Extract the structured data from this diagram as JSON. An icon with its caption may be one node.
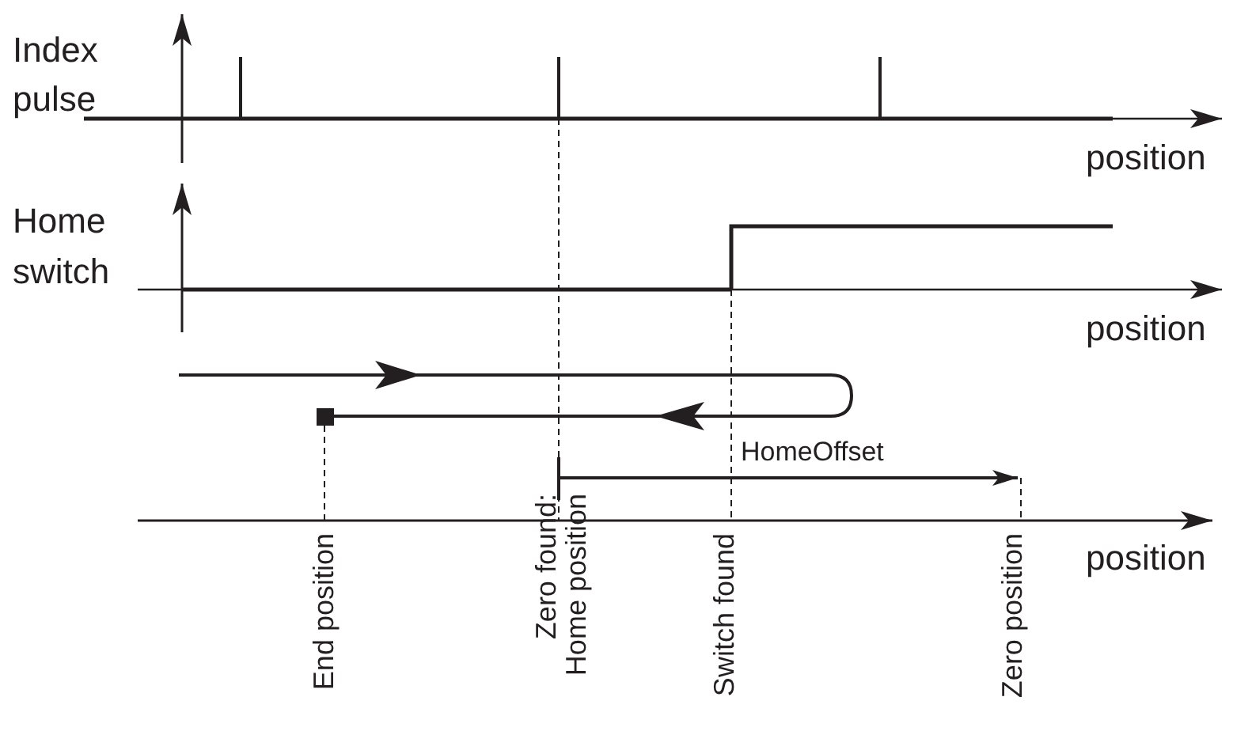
{
  "diagram": {
    "labels": [
      "Index pulse",
      "position",
      "Home switch",
      "position",
      "HomeOffset",
      "position",
      "End position",
      "Zero found: Home position",
      "Switch found",
      "Zero position"
    ]
  }
}
